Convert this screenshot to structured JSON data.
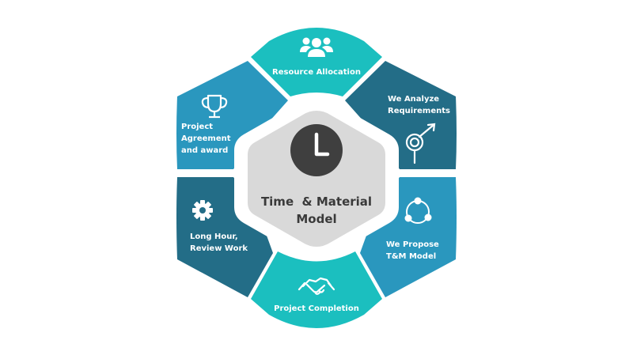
{
  "center": {
    "title_line1": "Time  & Material",
    "title_line2": "Model",
    "icon": "clock-icon"
  },
  "segments": [
    {
      "lines": [
        "Resource Allocation"
      ],
      "icon": "team-icon",
      "color": "#1bbfbf"
    },
    {
      "lines": [
        "We Analyze",
        "Requirements"
      ],
      "icon": "magnifier-growth-icon",
      "color": "#236d87"
    },
    {
      "lines": [
        "We Propose",
        "T&M Model"
      ],
      "icon": "cycle-icon",
      "color": "#2a97be"
    },
    {
      "lines": [
        "Project Completion"
      ],
      "icon": "handshake-icon",
      "color": "#1bbfbf"
    },
    {
      "lines": [
        "Long Hour,",
        "Review Work"
      ],
      "icon": "gear-icon",
      "color": "#236d87"
    },
    {
      "lines": [
        "Project",
        "Agreement",
        "and award"
      ],
      "icon": "trophy-icon",
      "color": "#2a97be"
    }
  ],
  "colors": {
    "teal": "#1bbfbf",
    "dark_blue": "#236d87",
    "mid_blue": "#2a97be",
    "center_fill": "#d9d9d9",
    "clock_fill": "#3f3f3f"
  }
}
